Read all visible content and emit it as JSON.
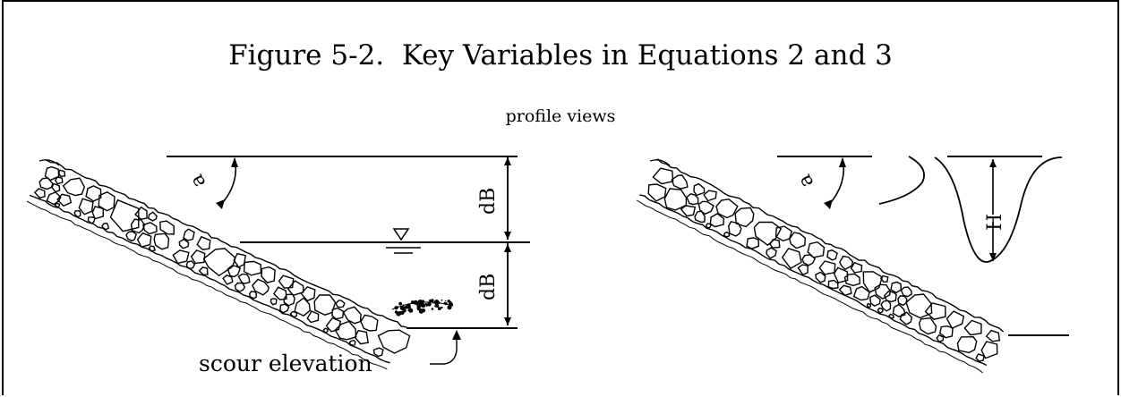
{
  "title": "Figure 5-2.  Key Variables in Equations 2 and 3",
  "subtitle": "profile views",
  "left_view": {
    "angle_label": "a",
    "upper_depth_label": "dB",
    "lower_depth_label": "dB",
    "scour_label": "scour elevation"
  },
  "right_view": {
    "angle_label": "a",
    "height_label": "H"
  }
}
